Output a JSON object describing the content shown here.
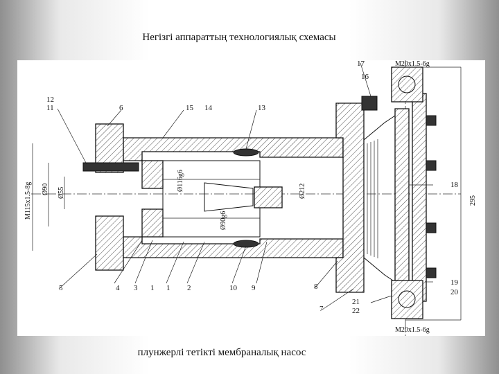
{
  "title": "Негізгі аппараттың технологиялық схемасы",
  "caption": "плунжерлі тетікті мембраналық насос",
  "part_labels": {
    "p12": "12",
    "p11": "11",
    "p6": "6",
    "p15": "15",
    "p14": "14",
    "p13": "13",
    "p17": "17",
    "p16": "16",
    "p18": "18",
    "p19": "19",
    "p20": "20",
    "p21": "21",
    "p22": "22",
    "p5": "5",
    "p4": "4",
    "p3": "3",
    "p1": "1",
    "p2": "2",
    "p10": "10",
    "p9": "9",
    "p8": "8",
    "p7": "7",
    "p1b": "1"
  },
  "dimensions": {
    "m115": "M115x1.5-8g",
    "d90": "Ø90",
    "d55": "Ø55",
    "d116": "Ø116g6",
    "d212": "Ø212",
    "d90b": "Ø90g6",
    "h295": "295",
    "top_thread": "M20x1.5-6g",
    "bot_thread": "M20x1.5-6g"
  }
}
